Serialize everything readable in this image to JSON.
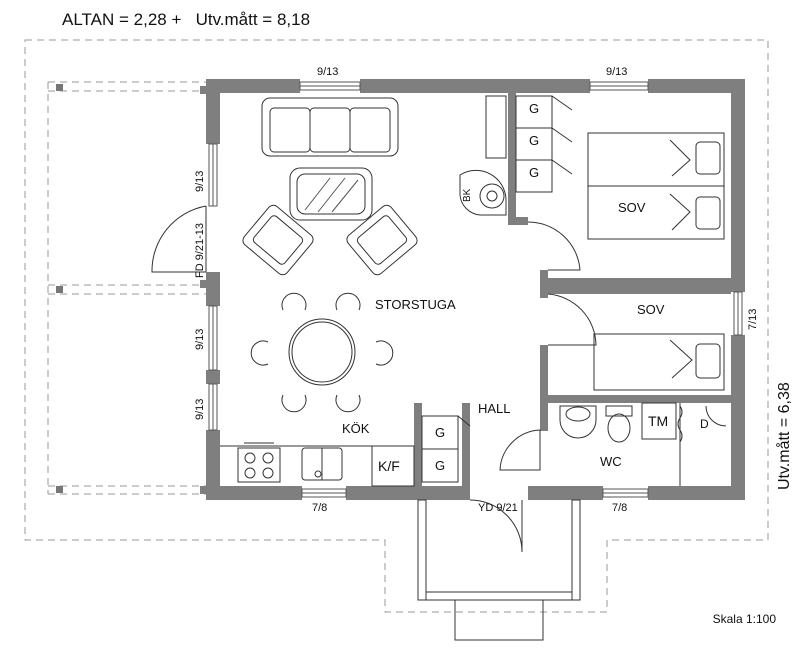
{
  "header": {
    "altan": "ALTAN = 2,28 +",
    "utv_width": "Utv.mått = 8,18"
  },
  "side": {
    "utv_height": "Utv.mått = 6,38"
  },
  "scale": "Skala 1:100",
  "rooms": {
    "storstuga": "STORSTUGA",
    "sov1": "SOV",
    "sov2": "SOV",
    "hall": "HALL",
    "wc": "WC",
    "kok": "KÖK"
  },
  "fixtures": {
    "bk": "BK",
    "kf": "K/F",
    "tm": "TM",
    "d": "D",
    "g": "G"
  },
  "windows": {
    "top_left": "9/13",
    "top_right": "9/13",
    "left_upper": "9/13",
    "left_door": "FD 9/21-13",
    "left_mid": "9/13",
    "left_lower": "9/13",
    "right": "7/13",
    "bottom_left": "7/8",
    "bottom_door": "YD 9/21",
    "bottom_right": "7/8"
  }
}
